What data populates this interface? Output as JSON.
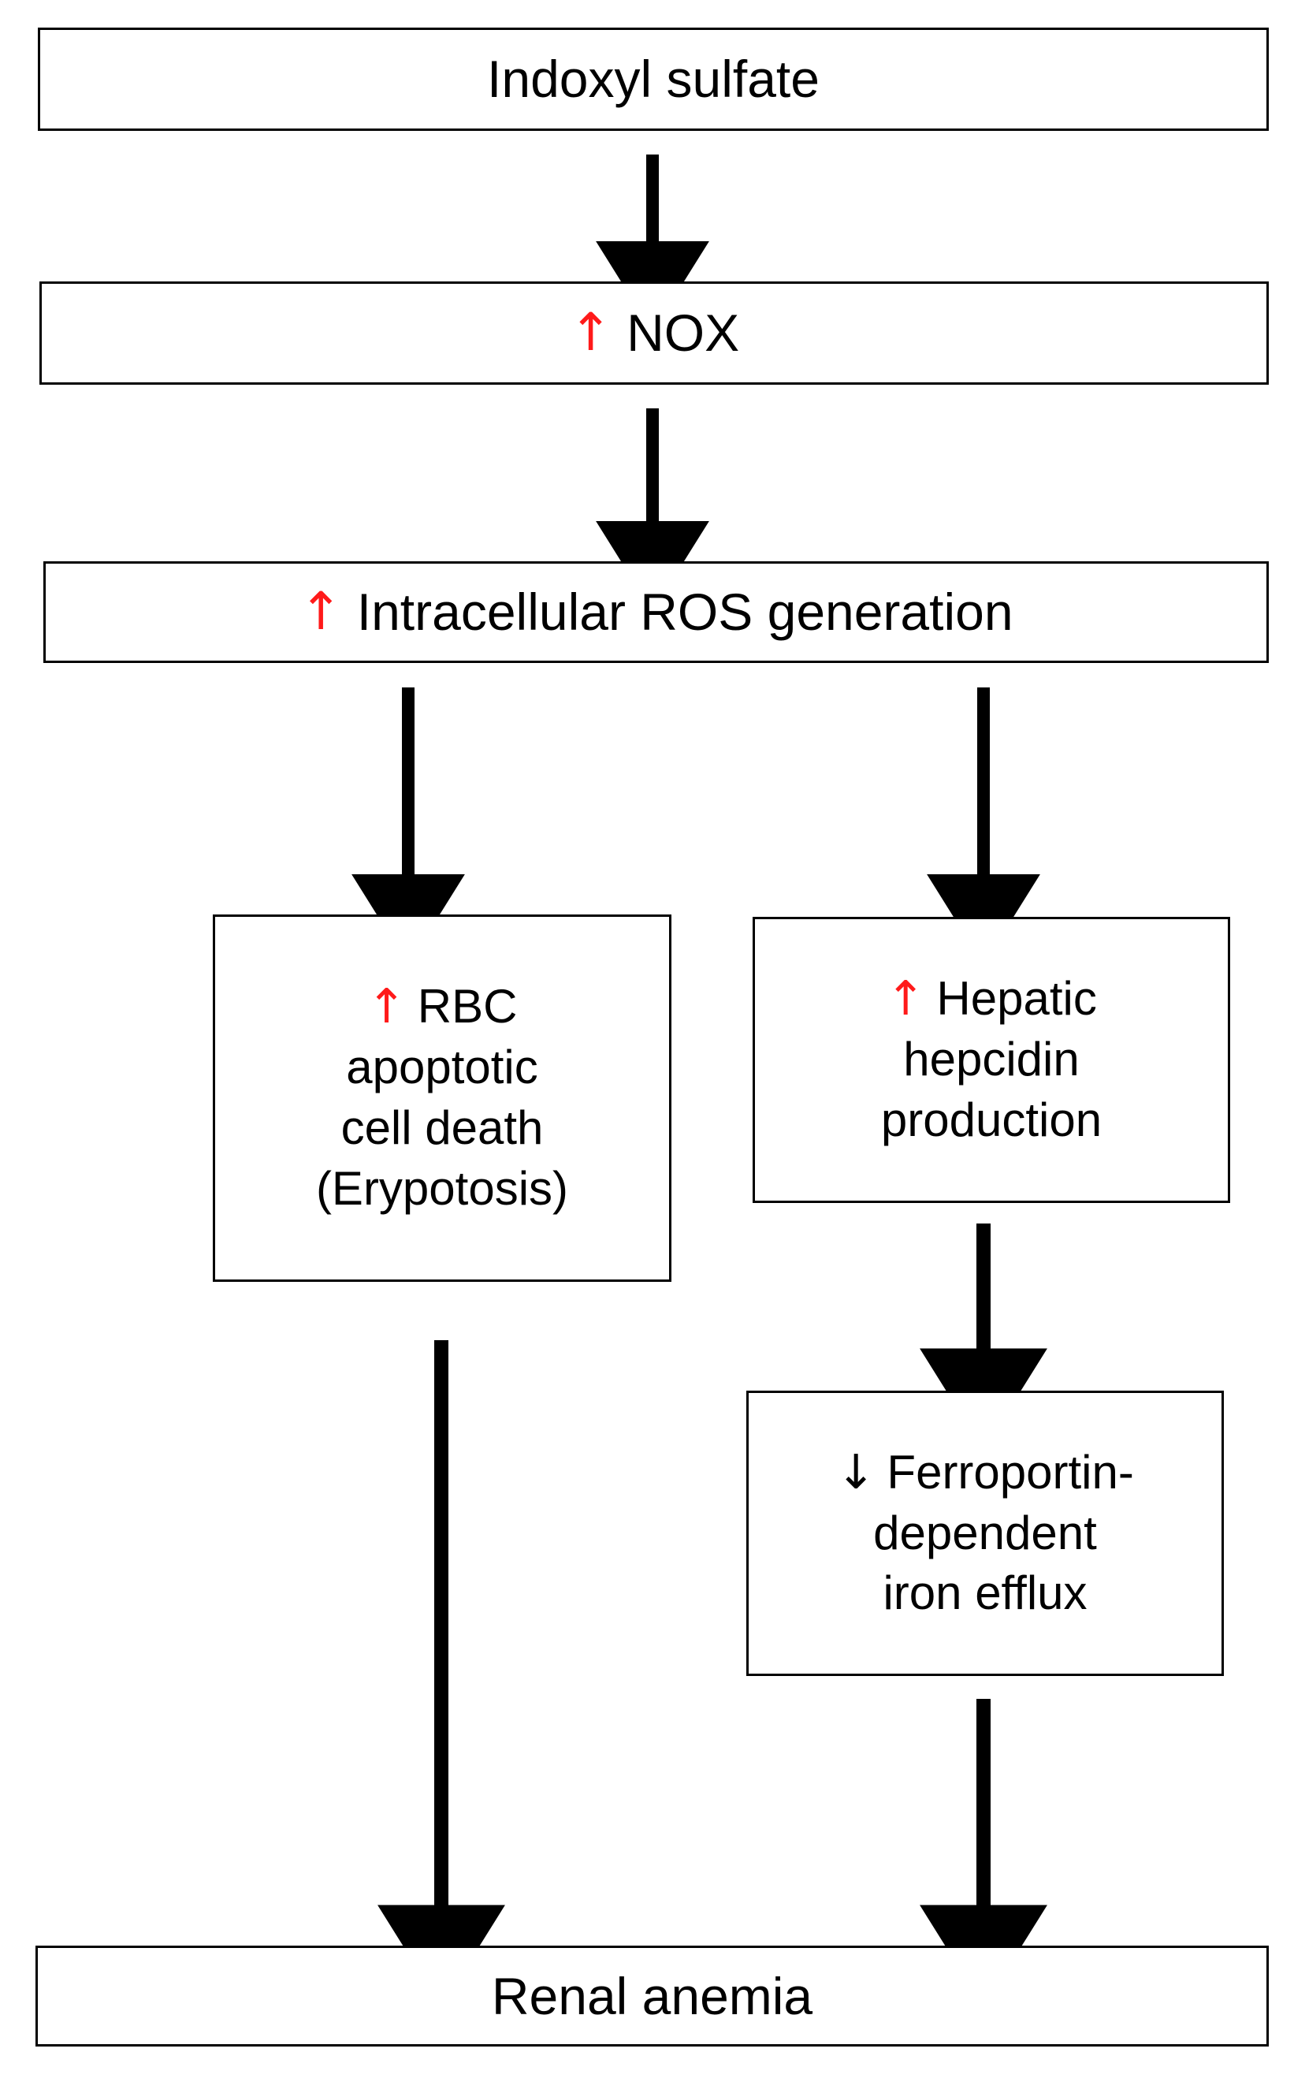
{
  "diagram": {
    "title": "Indoxyl sulfate pathway to renal anemia",
    "colors": {
      "increase_arrow": "#FF1A1A",
      "decrease_arrow": "#000000",
      "box_border": "#000000",
      "box_fill": "#FFFFFF",
      "connector": "#000000"
    },
    "glyphs": {
      "up": "↑",
      "down": "↓"
    },
    "nodes": [
      {
        "id": "indoxyl-sulfate",
        "label": "Indoxyl sulfate",
        "marker": "",
        "marker_color": ""
      },
      {
        "id": "nox",
        "label": "NOX",
        "marker": "↑",
        "marker_color": "#FF1A1A"
      },
      {
        "id": "intracellular-ros-generation",
        "label": "Intracellular ROS generation",
        "marker": "↑",
        "marker_color": "#FF1A1A"
      },
      {
        "id": "rbc-apoptotic-cell-death",
        "label": "RBC\napoptotic\ncell death\n(Erypotosis)",
        "marker": "↑",
        "marker_color": "#FF1A1A"
      },
      {
        "id": "hepatic-hepcidin-production",
        "label": "Hepatic\nhepcidin\nproduction",
        "marker": "↑",
        "marker_color": "#FF1A1A"
      },
      {
        "id": "ferroportin-dependent-iron-efflux",
        "label": "Ferroportin-\ndependent\niron efflux",
        "marker": "↓",
        "marker_color": "#000000"
      },
      {
        "id": "renal-anemia",
        "label": "Renal anemia",
        "marker": "",
        "marker_color": ""
      }
    ],
    "edges": [
      {
        "from": "indoxyl-sulfate",
        "to": "nox"
      },
      {
        "from": "nox",
        "to": "intracellular-ros-generation"
      },
      {
        "from": "intracellular-ros-generation",
        "to": "rbc-apoptotic-cell-death"
      },
      {
        "from": "intracellular-ros-generation",
        "to": "hepatic-hepcidin-production"
      },
      {
        "from": "rbc-apoptotic-cell-death",
        "to": "renal-anemia"
      },
      {
        "from": "hepatic-hepcidin-production",
        "to": "ferroportin-dependent-iron-efflux"
      },
      {
        "from": "ferroportin-dependent-iron-efflux",
        "to": "renal-anemia"
      }
    ]
  }
}
